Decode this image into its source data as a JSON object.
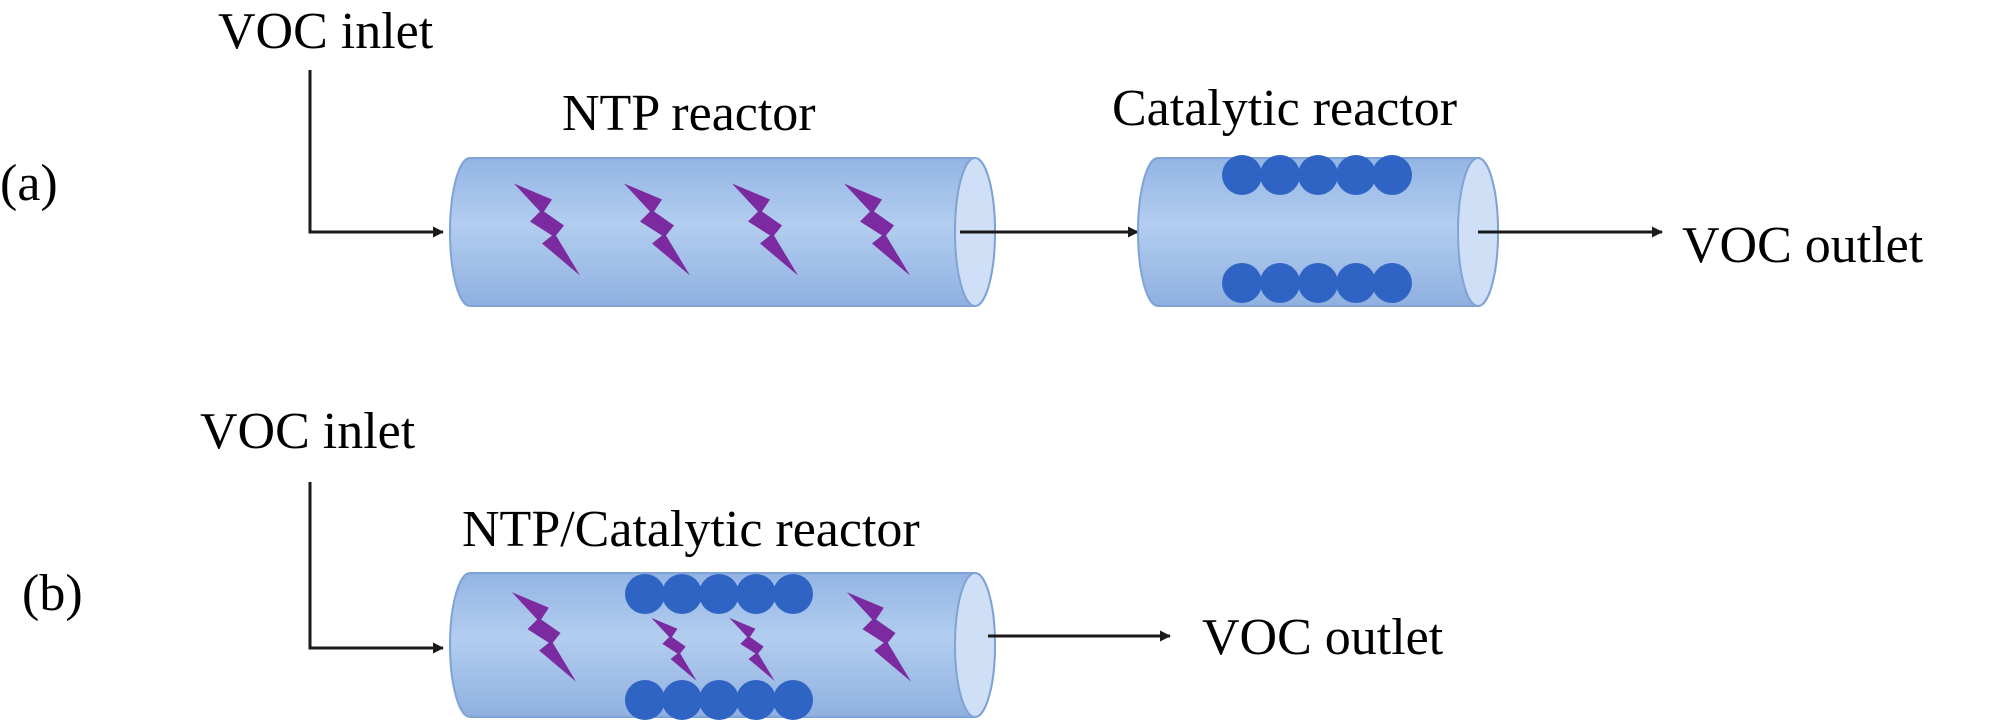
{
  "diagram": {
    "panel_a": {
      "tag": "(a)",
      "inlet_label": "VOC inlet",
      "ntp_label": "NTP reactor",
      "catalytic_label": "Catalytic reactor",
      "outlet_label": "VOC outlet"
    },
    "panel_b": {
      "tag": "(b)",
      "inlet_label": "VOC inlet",
      "combined_label": "NTP/Catalytic reactor",
      "outlet_label": "VOC outlet"
    }
  },
  "colors": {
    "tube_fill": "#a9c5ea",
    "tube_cap": "#cfe0f6",
    "tube_stroke": "#7fa3d6",
    "bead_fill": "#2f64c4",
    "bolt_fill": "#7b2aa0",
    "arrow": "#1a1a1a",
    "text": "#000000"
  },
  "icons": [
    "lightning-bolt-icon",
    "catalyst-bead-icon",
    "arrow-icon"
  ]
}
